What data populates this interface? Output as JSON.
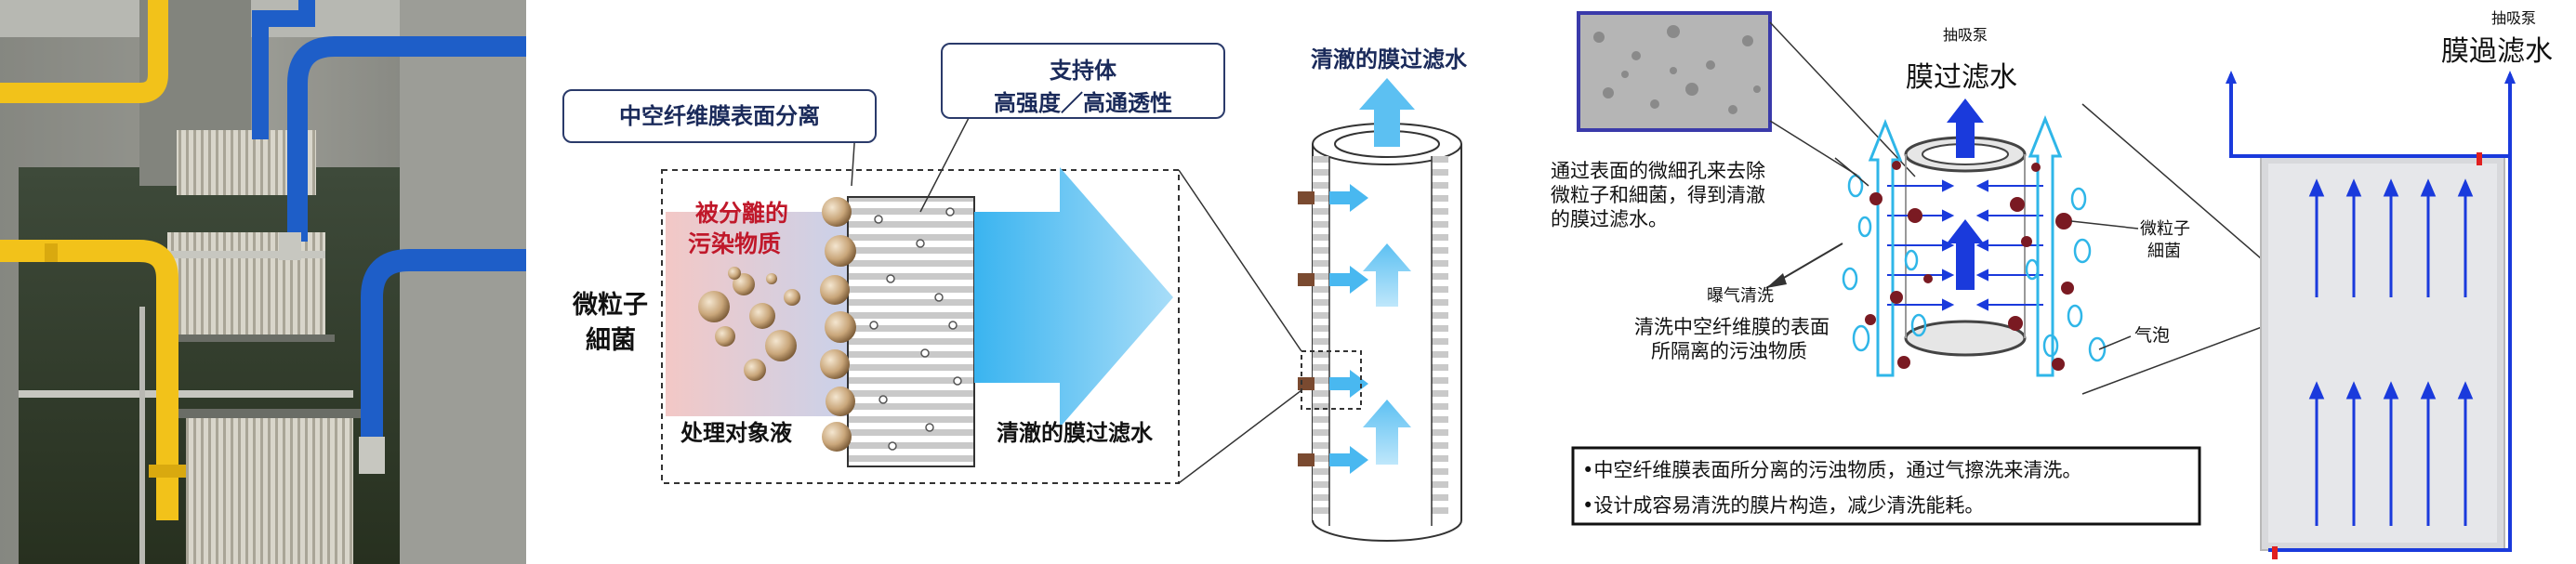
{
  "panel2": {
    "callout_top": "中空纤维膜表面分离",
    "support_title": "支持体",
    "support_sub": "高强度／高通透性",
    "separated_line1": "被分離的",
    "separated_line2": "污染物质",
    "microbe_line1": "微粒子",
    "microbe_line2": "細菌",
    "feed_liquid": "处理对象液",
    "clean_water": "清澈的膜过滤水"
  },
  "panel3": {
    "top_label": "清澈的膜过滤水"
  },
  "panel4": {
    "pump": "抽吸泵",
    "membrane_water": "膜过滤水",
    "micro_desc_1": "通过表面的微細孔来去除",
    "micro_desc_2": "微粒子和細菌，得到清澈",
    "micro_desc_3": "的膜过滤水。",
    "particles_1": "微粒子",
    "particles_2": "細菌",
    "aeration": "曝气清洗",
    "wash_desc_1": "清洗中空纤维膜的表面",
    "wash_desc_2": "所隔离的污浊物质",
    "bubble": "气泡",
    "bullet_1": "•中空纤维膜表面所分离的污浊物质，通过气擦洗来清洗。",
    "bullet_2": "•设计成容易清洗的膜片构造，减少清洗能耗。"
  },
  "panel5": {
    "pump": "抽吸泵",
    "membrane_water": "膜過滤水"
  },
  "colors": {
    "accent_blue": "#1a3adc",
    "light_blue": "#66c6f2",
    "separated_red": "#c0182a",
    "pipe_yellow": "#f2c21a",
    "pipe_blue": "#1e5ec8"
  }
}
